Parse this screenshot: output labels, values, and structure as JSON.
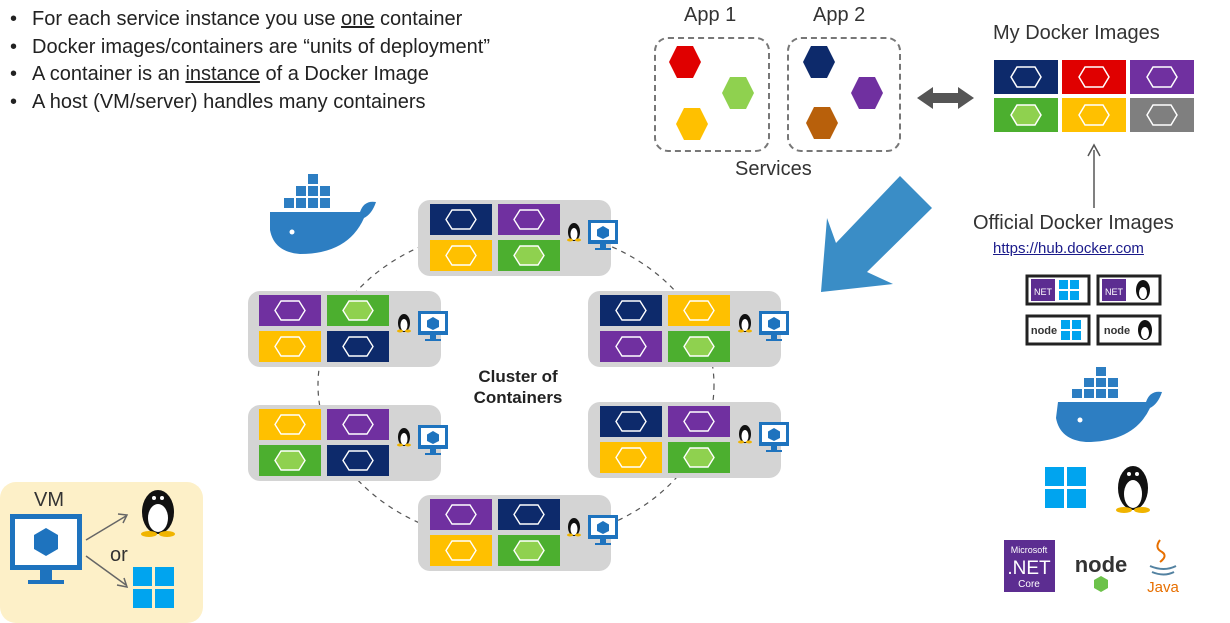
{
  "bullets": [
    {
      "pre": "For each service instance you use ",
      "u": "one",
      "post": " container"
    },
    {
      "pre": "Docker images/containers are “units of deployment”",
      "u": "",
      "post": ""
    },
    {
      "pre": "A container is an ",
      "u": "instance",
      "post": " of a Docker Image"
    },
    {
      "pre": "A host (VM/server) handles many containers",
      "u": "",
      "post": ""
    }
  ],
  "services": {
    "app1_label": "App 1",
    "app2_label": "App 2",
    "caption": "Services"
  },
  "images": {
    "my_title": "My Docker Images",
    "official_title": "Official Docker Images",
    "official_url": "https://hub.docker.com"
  },
  "cluster": {
    "line1": "Cluster of",
    "line2": "Containers"
  },
  "vm": {
    "label": "VM",
    "or": "or"
  },
  "platforms": {
    "net_small": "NET",
    "node": "node",
    "ms_brand": "Microsoft",
    "net_core_big": ".NET",
    "net_core_sub": "Core",
    "java": "Java"
  },
  "colors": {
    "navy": "#0d2a6b",
    "purple": "#7030a0",
    "red": "#e00000",
    "green": "#4caf2f",
    "lightgreen": "#8fd14f",
    "yellow": "#ffc000",
    "gray": "#7f7f7f",
    "brown": "#b8600b",
    "arrow_blue": "#3a8dc6",
    "docker_blue": "#2d7ec2",
    "panel": "#fdf0c8"
  }
}
